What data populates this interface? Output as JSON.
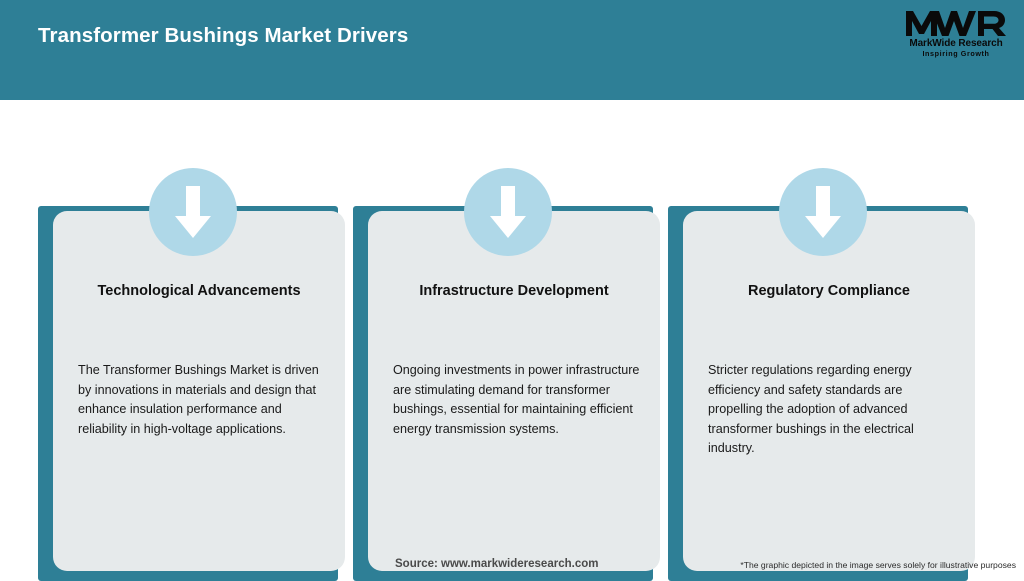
{
  "header": {
    "title": "Transformer Bushings Market Drivers",
    "bg_color": "#2E7F96",
    "title_color": "#FFFFFF",
    "logo": {
      "mark": "MWR",
      "name": "MarkWide Research",
      "tagline": "Inspiring Growth"
    }
  },
  "theme": {
    "accent_teal": "#2E7F96",
    "card_grey": "#E6EAEB",
    "icon_circle_blue": "#AFD8E8",
    "arrow_white": "#FFFFFF",
    "page_bg": "#FFFFFF"
  },
  "cards": [
    {
      "icon": "arrow-down-icon",
      "title": "Technological Advancements",
      "body": "The Transformer Bushings Market is driven by innovations in materials and design that enhance insulation performance and reliability in high-voltage applications."
    },
    {
      "icon": "arrow-down-icon",
      "title": "Infrastructure Development",
      "body": "Ongoing investments in power infrastructure are stimulating demand for transformer bushings, essential for maintaining efficient energy transmission systems."
    },
    {
      "icon": "arrow-down-icon",
      "title": "Regulatory Compliance",
      "body": "Stricter regulations regarding energy efficiency and safety standards are propelling the adoption of advanced transformer bushings in the electrical industry."
    }
  ],
  "footer": {
    "source": "Source: www.markwideresearch.com",
    "note": "*The graphic depicted in the image serves solely for illustrative purposes"
  }
}
